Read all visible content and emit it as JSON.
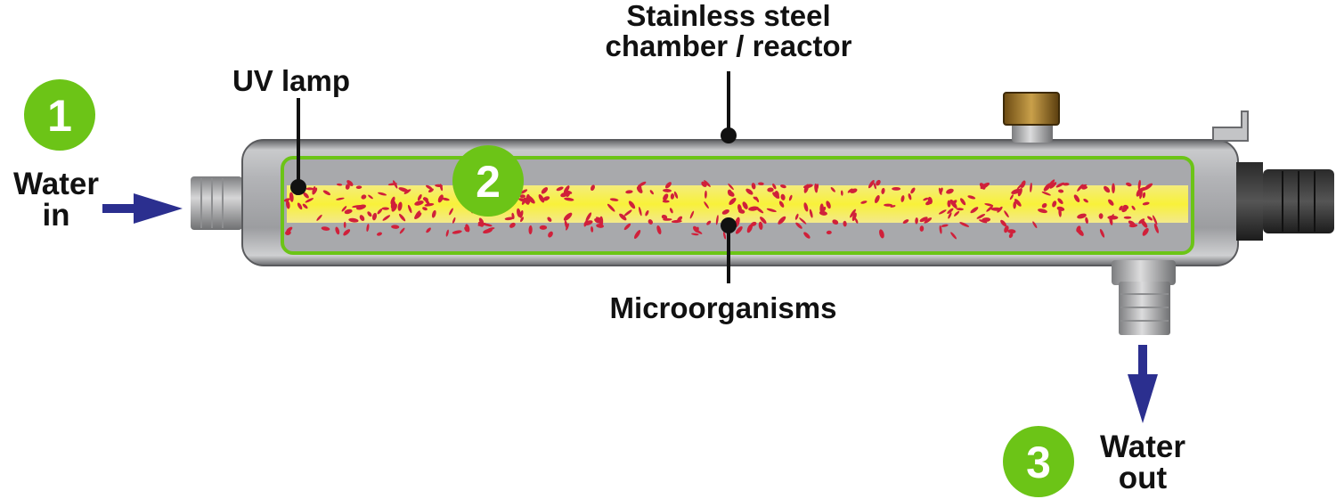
{
  "labels": {
    "chamber_line1": "Stainless steel",
    "chamber_line2": "chamber / reactor",
    "uv_lamp": "UV lamp",
    "microorganisms": "Microorganisms",
    "water_in_line1": "Water",
    "water_in_line2": "in",
    "water_out_line1": "Water",
    "water_out_line2": "out"
  },
  "steps": {
    "step1": "1",
    "step2": "2",
    "step3": "3"
  },
  "colors": {
    "step_badge": "#6cc417",
    "lamp_outline": "#6cc417",
    "lamp_glow": "#f5ef3a",
    "microorganism": "#d0203a",
    "arrow": "#2b2f8f",
    "steel": "#a9aaad"
  },
  "icons": {
    "flow_arrow": "arrow-icon",
    "leader": "leader-line"
  }
}
